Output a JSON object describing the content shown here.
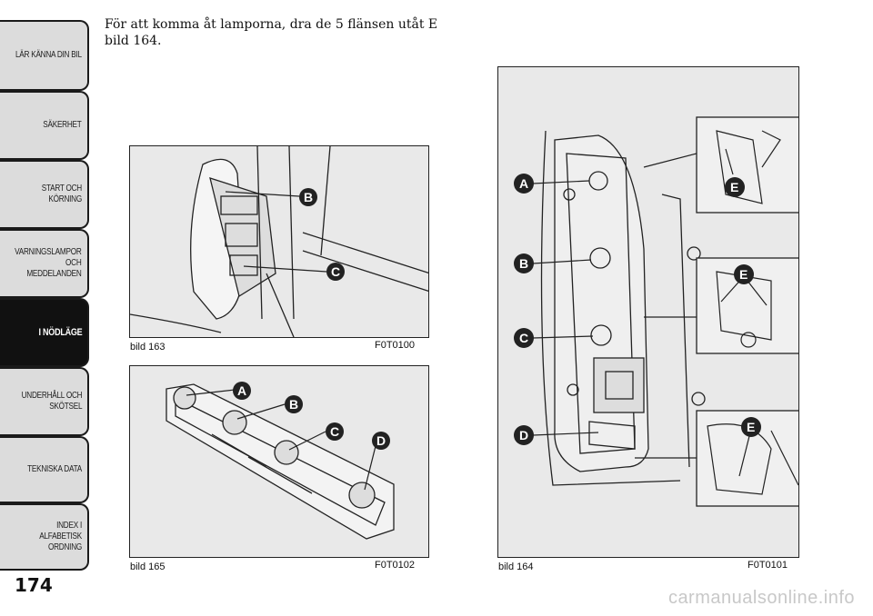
{
  "nav": {
    "tabs": [
      {
        "label": "LÄR KÄNNA DIN BIL",
        "active": false
      },
      {
        "label": "SÄKERHET",
        "active": false
      },
      {
        "label": "START OCH\nKÖRNING",
        "active": false
      },
      {
        "label": "VARNINGSLAMPOR\nOCH\nMEDDELANDEN",
        "active": false
      },
      {
        "label": "I NÖDLÄGE",
        "active": true
      },
      {
        "label": "UNDERHÅLL OCH\nSKÖTSEL",
        "active": false
      },
      {
        "label": "TEKNISKA DATA",
        "active": false
      },
      {
        "label": "INDEX I ALFABETISK\nORDNING",
        "active": false
      }
    ]
  },
  "page_number": "174",
  "intro_text": "För att komma åt lamporna, dra de 5 flänsen utåt E bild 164.",
  "figures": {
    "fig163": {
      "caption": "bild 163",
      "code": "F0T0100",
      "markers": [
        "B",
        "C"
      ]
    },
    "fig165": {
      "caption": "bild 165",
      "code": "F0T0102",
      "markers": [
        "A",
        "B",
        "C",
        "D"
      ]
    },
    "fig164": {
      "caption": "bild 164",
      "code": "F0T0101",
      "markers": [
        "A",
        "B",
        "C",
        "D"
      ],
      "detail_marker": "E"
    }
  },
  "watermark": "carmanualsonline.info",
  "colors": {
    "tab_bg": "#dcdcdc",
    "tab_active_bg": "#111111",
    "figure_bg": "#e9e9e9",
    "marker_bg": "#222222"
  }
}
